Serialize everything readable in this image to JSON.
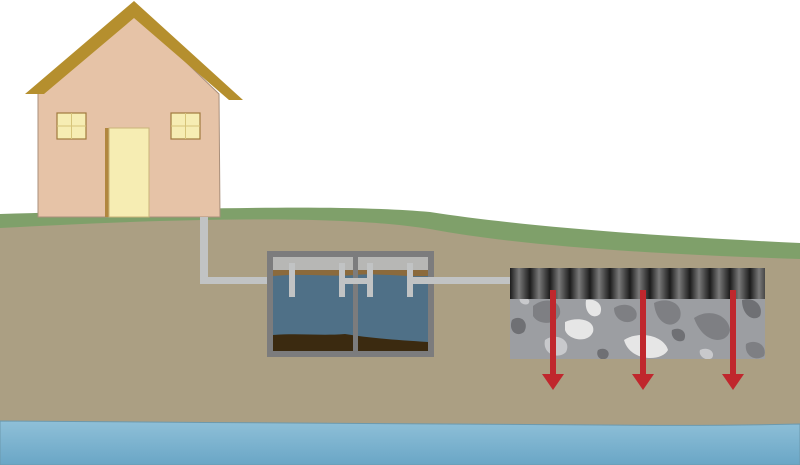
{
  "diagram": {
    "house": {
      "roof_icon": "roof-icon",
      "door_icon": "door-icon",
      "window_icon": "window-icon"
    },
    "septic_tank": {
      "compartments": 2,
      "icon": "septic-tank-icon"
    },
    "drain_field": {
      "pipe_icon": "perforated-pipe-icon",
      "gravel_icon": "gravel-bed-icon"
    },
    "flow_arrows": {
      "count": 3,
      "direction": "down",
      "icon": "arrow-down-icon"
    },
    "colors": {
      "sky": "#ffffff",
      "grass": "#7fa06a",
      "soil": "#ab9f83",
      "groundwater": "#7ab2cf",
      "house_wall": "#e6c3a7",
      "roof": "#b58f2e",
      "window": "#f6edb3",
      "pipe": "#c1c3c4",
      "tank_shell": "#7c7c7d",
      "tank_water": "#4f7087",
      "sludge": "#3b2a10",
      "scum": "#8b6a3c",
      "gravel": "#9c9ea2",
      "drain_pipe": "#3a3a3a",
      "arrow": "#c0272d"
    }
  }
}
